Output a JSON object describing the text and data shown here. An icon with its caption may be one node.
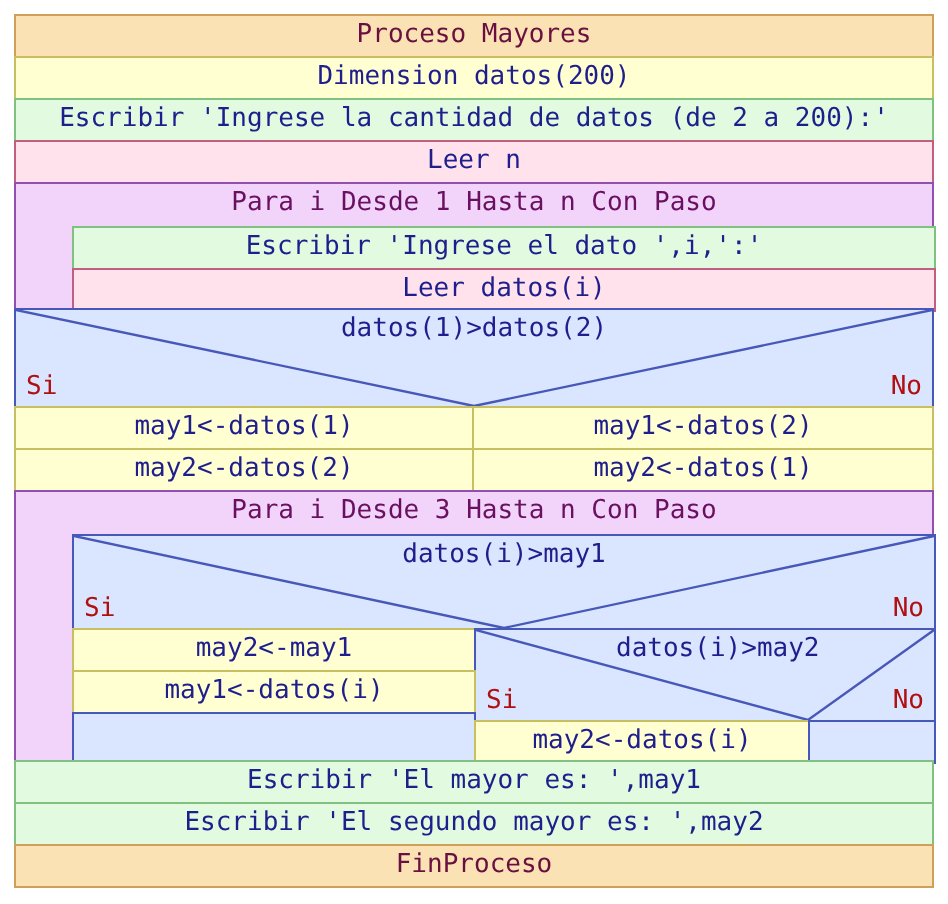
{
  "diagram": {
    "nodes": [
      {
        "text": [
          "Proceso Mayores"
        ]
      },
      {
        "text": [
          "Dimension datos(200)"
        ]
      },
      {
        "text": [
          "Escribir 'Ingrese la cantidad de datos (de 2 a 200):'"
        ]
      },
      {
        "text": [
          "Leer n"
        ]
      },
      {
        "text": [
          "Para i Desde 1 Hasta n Con Paso"
        ]
      },
      {
        "text": [
          "Escribir 'Ingrese el dato ',i,':'"
        ],
        "in": 4
      },
      {
        "text": [
          "Leer datos(i)"
        ],
        "in": 4
      },
      {
        "text": [
          "datos(1)>datos(2)",
          "Si",
          "No"
        ]
      },
      {
        "text": [
          "may1<-datos(1)"
        ]
      },
      {
        "text": [
          "may1<-datos(2)"
        ]
      },
      {
        "text": [
          "may2<-datos(2)"
        ]
      },
      {
        "text": [
          "may2<-datos(1)"
        ]
      },
      {
        "text": [
          "Para i Desde 3 Hasta n Con Paso"
        ]
      },
      {
        "text": [
          "datos(i)>may1",
          "Si",
          "No"
        ],
        "in": 12
      },
      {
        "text": [
          "may2<-may1"
        ],
        "in": 12
      },
      {
        "text": [
          "datos(i)>may2",
          "Si",
          "No"
        ],
        "in": 12
      },
      {
        "text": [
          "may1<-datos(i)"
        ],
        "in": 12
      },
      {
        "text": [],
        "shape": "box",
        "in": 12
      },
      {
        "text": [
          "may2<-datos(i)"
        ],
        "in": 12
      },
      {
        "text": [],
        "shape": "box",
        "in": 12
      },
      {
        "text": [
          "Escribir 'El mayor es: ',may1"
        ]
      },
      {
        "text": [
          "Escribir 'El segundo mayor es: ',may2"
        ]
      },
      {
        "text": [
          "FinProceso"
        ]
      }
    ]
  }
}
